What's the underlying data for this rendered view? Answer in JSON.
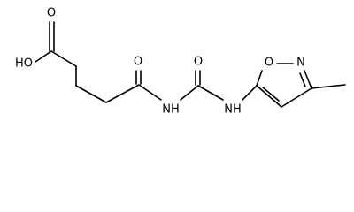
{
  "atoms": [
    {
      "id": "o_oh",
      "label": "HO"
    },
    {
      "id": "o_acid",
      "label": "O"
    },
    {
      "id": "o_amide",
      "label": "O"
    },
    {
      "id": "n_imide",
      "label": "NH"
    },
    {
      "id": "o_urea",
      "label": "O"
    },
    {
      "id": "n_amine",
      "label": "NH"
    },
    {
      "id": "o_ring",
      "label": "O"
    },
    {
      "id": "n_ring",
      "label": "N"
    }
  ]
}
